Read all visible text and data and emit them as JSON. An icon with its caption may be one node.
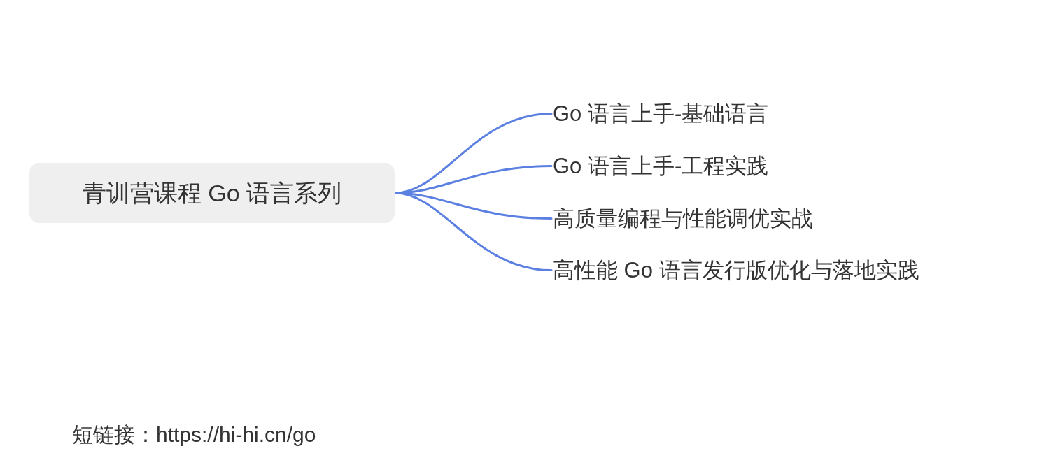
{
  "diagram": {
    "nodes": [
      {
        "text": [
          "青训营课程 Go 语言系列"
        ]
      },
      {
        "text": [
          "Go 语言上手-基础语言"
        ]
      },
      {
        "text": [
          "Go 语言上手-工程实践"
        ]
      },
      {
        "text": [
          "高质量编程与性能调优实战"
        ]
      },
      {
        "text": [
          "高性能 Go 语言发行版优化与落地实践"
        ]
      }
    ],
    "edges": [
      {
        "from": 0,
        "to": 1,
        "arrow": "none"
      },
      {
        "from": 0,
        "to": 2,
        "arrow": "none"
      },
      {
        "from": 0,
        "to": 3,
        "arrow": "none"
      },
      {
        "from": 0,
        "to": 4,
        "arrow": "none"
      }
    ],
    "labels": [
      "短链接：https://hi-hi.cn/go"
    ]
  }
}
